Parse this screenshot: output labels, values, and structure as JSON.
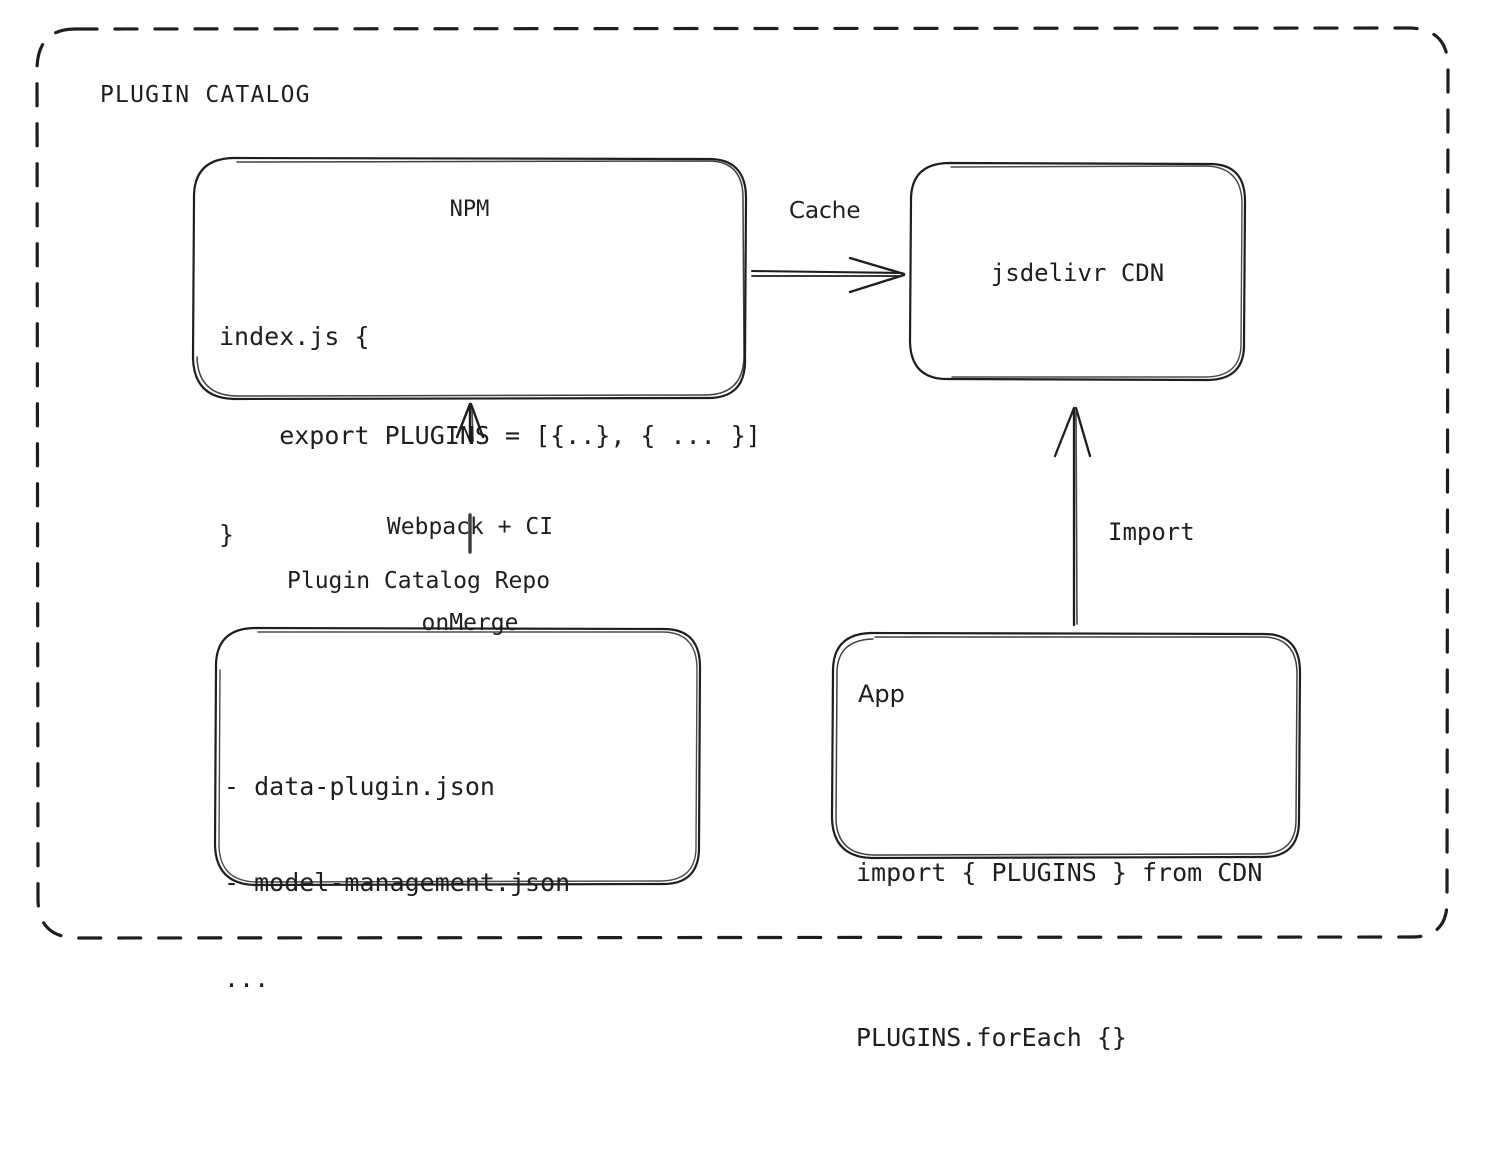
{
  "diagram": {
    "frame": {
      "title": "PLUGIN CATALOG",
      "border_style": "dashed",
      "stroke": "#1e1e1e"
    },
    "nodes": {
      "npm": {
        "title": "NPM",
        "code_line_1": "index.js {",
        "code_line_2": "    export PLUGINS = [{..}, { ... }]",
        "code_line_3": "}"
      },
      "cdn": {
        "title": "jsdelivr CDN"
      },
      "repo": {
        "caption": "Plugin Catalog Repo",
        "item_1": "- data-plugin.json",
        "item_2": "- model-management.json",
        "item_3": "..."
      },
      "app": {
        "title": "App",
        "code_line_1": "import { PLUGINS } from CDN",
        "code_line_2": "PLUGINS.forEach {}"
      }
    },
    "edges": {
      "npm_to_cdn": {
        "label": "Cache"
      },
      "repo_to_npm": {
        "label_line_1": "Webpack + CI",
        "label_line_2": "onMerge"
      },
      "app_to_cdn": {
        "label": "Import"
      }
    }
  }
}
